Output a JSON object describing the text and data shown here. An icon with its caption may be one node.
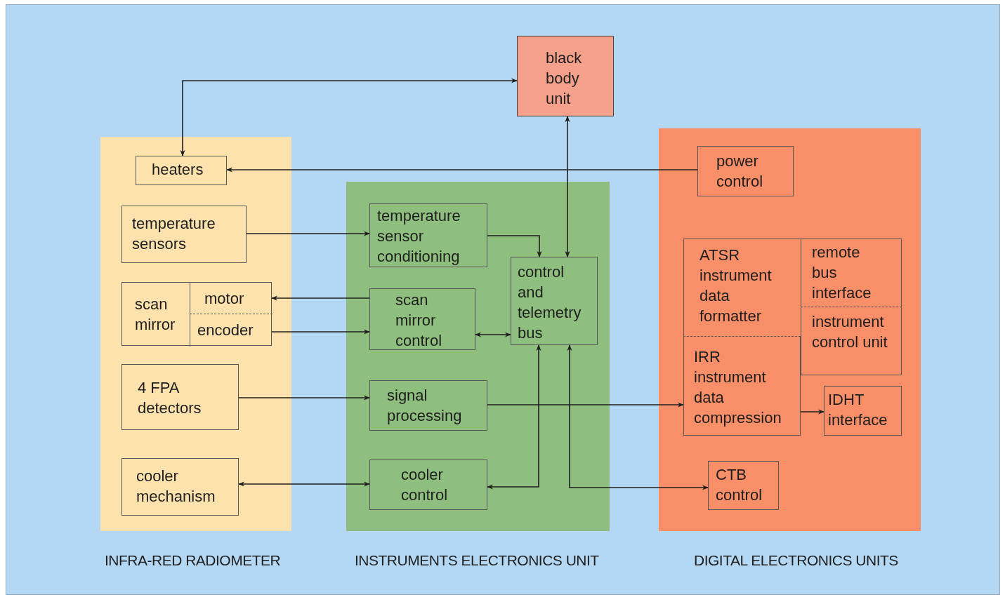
{
  "diagram": {
    "nodes": [
      {
        "text": [
          "black body unit"
        ]
      },
      {
        "text": [
          "INFRA-RED RADIOMETER"
        ]
      },
      {
        "text": [
          "heaters"
        ],
        "in": 1
      },
      {
        "text": [
          "temperature sensors"
        ],
        "in": 1
      },
      {
        "text": [
          "scan mirror"
        ],
        "in": 1
      },
      {
        "text": [
          "motor"
        ],
        "in": 4
      },
      {
        "text": [
          "encoder"
        ],
        "in": 4
      },
      {
        "text": [
          "4 FPA detectors"
        ],
        "in": 1
      },
      {
        "text": [
          "cooler mechanism"
        ],
        "in": 1
      },
      {
        "text": [
          "INSTRUMENTS ELECTRONICS UNIT"
        ]
      },
      {
        "text": [
          "temperature sensor conditioning"
        ],
        "in": 9
      },
      {
        "text": [
          "scan mirror control"
        ],
        "in": 9
      },
      {
        "text": [
          "control and telemetry bus"
        ],
        "in": 9
      },
      {
        "text": [
          "signal processing"
        ],
        "in": 9
      },
      {
        "text": [
          "cooler control"
        ],
        "in": 9
      },
      {
        "text": [
          "DIGITAL ELECTRONICS UNITS"
        ]
      },
      {
        "text": [
          "power control"
        ],
        "in": 15
      },
      {
        "text": [
          "ATSR instrument data formatter"
        ],
        "in": 15
      },
      {
        "text": [
          "IRR instrument data compression"
        ],
        "in": 15
      },
      {
        "text": [
          "remote bus interface"
        ],
        "in": 15
      },
      {
        "text": [
          "instrument control unit"
        ],
        "in": 15
      },
      {
        "text": [
          "IDHT interface"
        ],
        "in": 15
      },
      {
        "text": [
          "CTB control"
        ],
        "in": 15
      }
    ],
    "edges": [
      {
        "from": 2,
        "to": 0,
        "arrow": "both"
      },
      {
        "from": 16,
        "to": 2,
        "arrow": "to"
      },
      {
        "from": 3,
        "to": 10,
        "arrow": "to"
      },
      {
        "from": 10,
        "to": 12,
        "arrow": "to"
      },
      {
        "from": 0,
        "to": 12,
        "arrow": "both"
      },
      {
        "from": 11,
        "to": 5,
        "arrow": "to"
      },
      {
        "from": 6,
        "to": 11,
        "arrow": "to"
      },
      {
        "from": 11,
        "to": 12,
        "arrow": "both"
      },
      {
        "from": 7,
        "to": 13,
        "arrow": "to"
      },
      {
        "from": 13,
        "to": 18,
        "arrow": "to"
      },
      {
        "from": 18,
        "to": 21,
        "arrow": "to"
      },
      {
        "from": 8,
        "to": 14,
        "arrow": "both"
      },
      {
        "from": 14,
        "to": 12,
        "arrow": "both"
      },
      {
        "from": 12,
        "to": 22,
        "arrow": "both"
      }
    ]
  }
}
